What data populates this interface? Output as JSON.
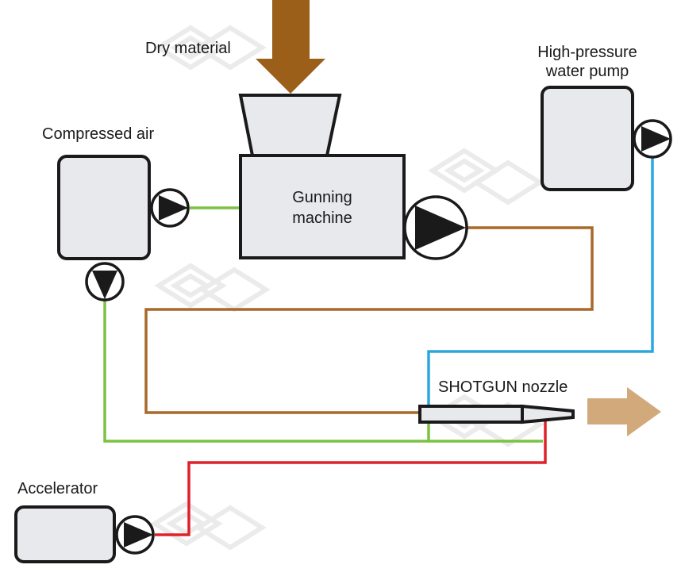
{
  "title": "SHOTGUN gunning process diagram",
  "labels": {
    "dry_material": "Dry material",
    "compressed_air": "Compressed air",
    "gunning_machine_line1": "Gunning",
    "gunning_machine_line2": "machine",
    "water_pump_line1": "High-pressure",
    "water_pump_line2": "water pump",
    "nozzle": "SHOTGUN nozzle",
    "accelerator": "Accelerator"
  },
  "colors": {
    "material_arrow": "#9b5f1a",
    "output_arrow": "#d2a97a",
    "material_line": "#a8692a",
    "air_line": "#7cc242",
    "water_line": "#29a8e0",
    "accelerator_line": "#e0202a"
  },
  "connections": [
    {
      "from": "compressed-air",
      "to": "gunning-machine",
      "medium": "air"
    },
    {
      "from": "compressed-air",
      "to": "shotgun-nozzle",
      "medium": "air"
    },
    {
      "from": "gunning-machine",
      "to": "shotgun-nozzle",
      "medium": "material"
    },
    {
      "from": "high-pressure-water-pump",
      "to": "shotgun-nozzle",
      "medium": "water"
    },
    {
      "from": "accelerator",
      "to": "shotgun-nozzle",
      "medium": "accelerator"
    }
  ]
}
